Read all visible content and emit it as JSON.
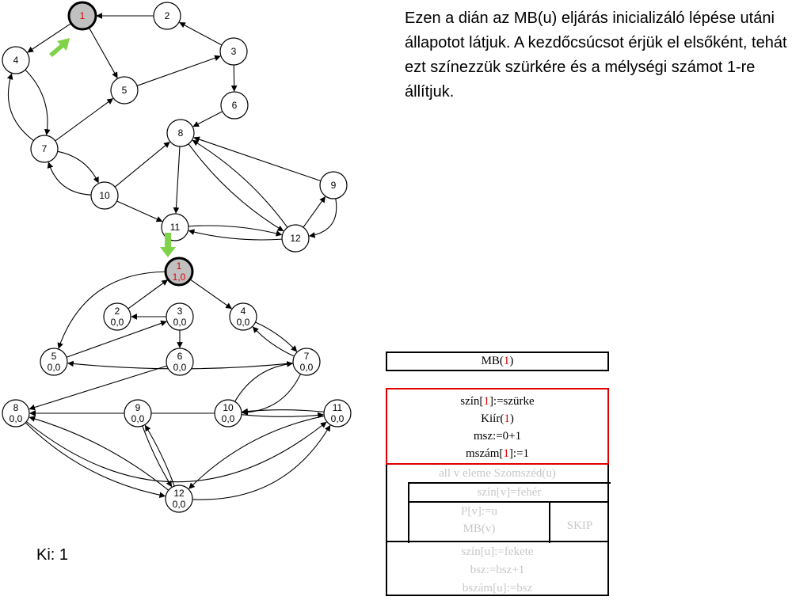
{
  "description": "Ezen a dián az MB(u) eljárás inicializáló lépése utáni állapotot látjuk. A kezdőcsúcsot érjük el elsőként, tehát ezt színezzük szürkére és a mélységi számot 1-re állítjuk.",
  "output": "Ki: 1",
  "top_graph": {
    "nodes": [
      {
        "id": "1",
        "label": "1",
        "gray": true
      },
      {
        "id": "2",
        "label": "2"
      },
      {
        "id": "3",
        "label": "3"
      },
      {
        "id": "4",
        "label": "4"
      },
      {
        "id": "5",
        "label": "5"
      },
      {
        "id": "6",
        "label": "6"
      },
      {
        "id": "7",
        "label": "7"
      },
      {
        "id": "8",
        "label": "8"
      },
      {
        "id": "9",
        "label": "9"
      },
      {
        "id": "10",
        "label": "10"
      },
      {
        "id": "11",
        "label": "11"
      },
      {
        "id": "12",
        "label": "12"
      }
    ]
  },
  "bottom_graph": {
    "nodes": [
      {
        "id": "1",
        "label": "1",
        "sub": "1,0",
        "gray": true
      },
      {
        "id": "2",
        "label": "2",
        "sub": "0,0"
      },
      {
        "id": "3",
        "label": "3",
        "sub": "0,0"
      },
      {
        "id": "4",
        "label": "4",
        "sub": "0,0"
      },
      {
        "id": "5",
        "label": "5",
        "sub": "0,0"
      },
      {
        "id": "6",
        "label": "6",
        "sub": "0,0"
      },
      {
        "id": "7",
        "label": "7",
        "sub": "0,0"
      },
      {
        "id": "8",
        "label": "8",
        "sub": "0,0"
      },
      {
        "id": "9",
        "label": "9",
        "sub": "0,0"
      },
      {
        "id": "10",
        "label": "10",
        "sub": "0,0"
      },
      {
        "id": "11",
        "label": "11",
        "sub": "0,0"
      },
      {
        "id": "12",
        "label": "12",
        "sub": "0,0"
      }
    ]
  },
  "structogram": {
    "header": {
      "pre": "MB(",
      "arg": "1",
      "post": ")"
    },
    "line1": {
      "pre": "szín[",
      "arg": "1",
      "post": "]:=szürke"
    },
    "line2": {
      "pre": "Kiír(",
      "arg": "1",
      "post": ")"
    },
    "line3": "msz:=0+1",
    "line4": {
      "pre": "mszám[",
      "arg": "1",
      "post": "]:=1"
    },
    "loop": "all v eleme Szomszéd(u)",
    "cond": "szín[v]=fehér",
    "then1": "P[v]:=u",
    "then2": "MB(v)",
    "else": "SKIP",
    "tail1": "szín[u]:=fekete",
    "tail2": "bsz:=bsz+1",
    "tail3": "bszám[u]:=bsz"
  },
  "colors": {
    "accent_red": "#e00000",
    "gray_node": "#c0c0c0",
    "green_arrow": "#7ed348",
    "faded_text": "#c8c8c8"
  }
}
